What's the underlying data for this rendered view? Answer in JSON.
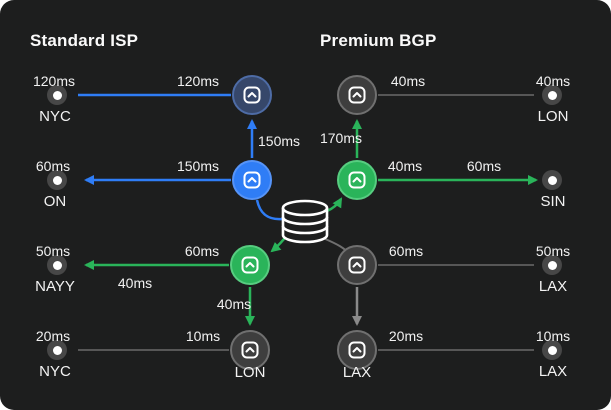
{
  "titles": {
    "left": "Standard ISP",
    "right": "Premium BGP"
  },
  "standard_isp": {
    "rows": [
      {
        "city": "NYC",
        "city_latency": "120ms",
        "link_latency": "120ms"
      },
      {
        "city": "ON",
        "city_latency": "60ms",
        "link_latency": "150ms"
      },
      {
        "city": "NAYY",
        "city_latency": "50ms",
        "link_latency": "60ms",
        "link_latency_below": "40ms"
      },
      {
        "city": "NYC",
        "city_latency": "20ms",
        "link_latency": "10ms"
      }
    ],
    "vertical": {
      "to_top_hub": "150ms",
      "to_bottom_hub": "40ms"
    },
    "hub_city": "LON"
  },
  "premium_bgp": {
    "rows": [
      {
        "city": "LON",
        "city_latency": "40ms",
        "link_latency": "40ms"
      },
      {
        "city": "SIN",
        "link_latency": "40ms",
        "link_latency_second": "60ms"
      },
      {
        "city": "LAX",
        "city_latency": "50ms",
        "link_latency": "60ms"
      },
      {
        "city": "LAX",
        "city_latency": "10ms",
        "link_latency": "20ms"
      }
    ],
    "vertical": {
      "to_top_hub": "170ms"
    },
    "hub_city": "LAX"
  },
  "icons": {
    "hub_node": "chevron-up-square",
    "center": "database",
    "endpoint": "endpoint-dot"
  },
  "colors": {
    "standard_route": "#2f7df6",
    "premium_route": "#2ab45a",
    "neutral_route": "#575757",
    "card_background": "#1d1e1e"
  }
}
